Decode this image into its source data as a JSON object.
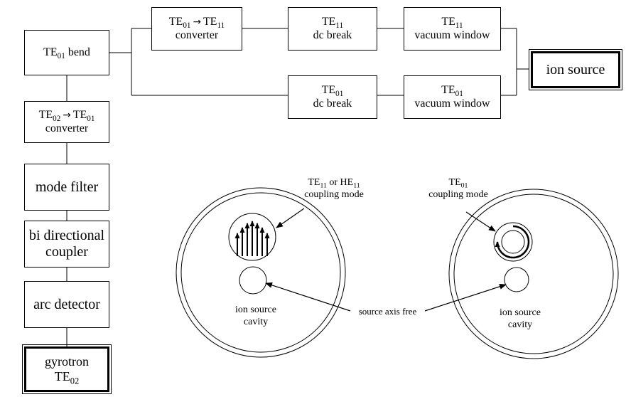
{
  "left_chain": {
    "bend": {
      "main": "TE",
      "sub": "01",
      "tail": " bend"
    },
    "converter02": {
      "a_main": "TE",
      "a_sub": "02",
      "arrow": "→",
      "b_main": "TE",
      "b_sub": "01",
      "line2": "converter"
    },
    "mode_filter": "mode filter",
    "coupler_line1": "bi directional",
    "coupler_line2": "coupler",
    "arc_detector": "arc detector",
    "gyrotron_line1": "gyrotron",
    "gyrotron_main": "TE",
    "gyrotron_sub": "02"
  },
  "upper_branch": {
    "converter01": {
      "a_main": "TE",
      "a_sub": "01",
      "arrow": "→",
      "b_main": "TE",
      "b_sub": "11",
      "line2": "converter"
    },
    "dc_break": {
      "main": "TE",
      "sub": "11",
      "line2": "dc break"
    },
    "vacuum_window": {
      "main": "TE",
      "sub": "11",
      "line2": "vacuum window"
    }
  },
  "lower_branch": {
    "dc_break": {
      "main": "TE",
      "sub": "01",
      "line2": "dc break"
    },
    "vacuum_window": {
      "main": "TE",
      "sub": "01",
      "line2": "vacuum window"
    }
  },
  "ion_source": "ion source",
  "cross_sections": {
    "left_mode": {
      "a_main": "TE",
      "a_sub": "11",
      "or": " or ",
      "b_main": "HE",
      "b_sub": "11",
      "line2": "coupling mode"
    },
    "right_mode": {
      "main": "TE",
      "sub": "01",
      "line2": "coupling mode"
    },
    "source_axis": "source axis free",
    "left_cavity_line1": "ion source",
    "left_cavity_line2": "cavity",
    "right_cavity_line1": "ion source",
    "right_cavity_line2": "cavity"
  }
}
